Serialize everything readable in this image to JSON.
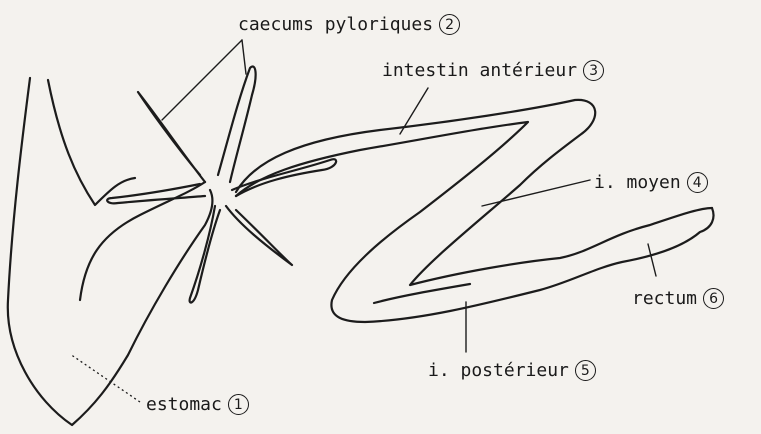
{
  "labels": {
    "caecums": {
      "text": "caecums pyloriques",
      "num": "2"
    },
    "intestin_anterieur": {
      "text": "intestin antérieur",
      "num": "3"
    },
    "moyen": {
      "text": "i. moyen",
      "num": "4"
    },
    "rectum": {
      "text": "rectum",
      "num": "6"
    },
    "posterieur": {
      "text": "i. postérieur",
      "num": "5"
    },
    "estomac": {
      "text": "estomac",
      "num": "1"
    }
  }
}
